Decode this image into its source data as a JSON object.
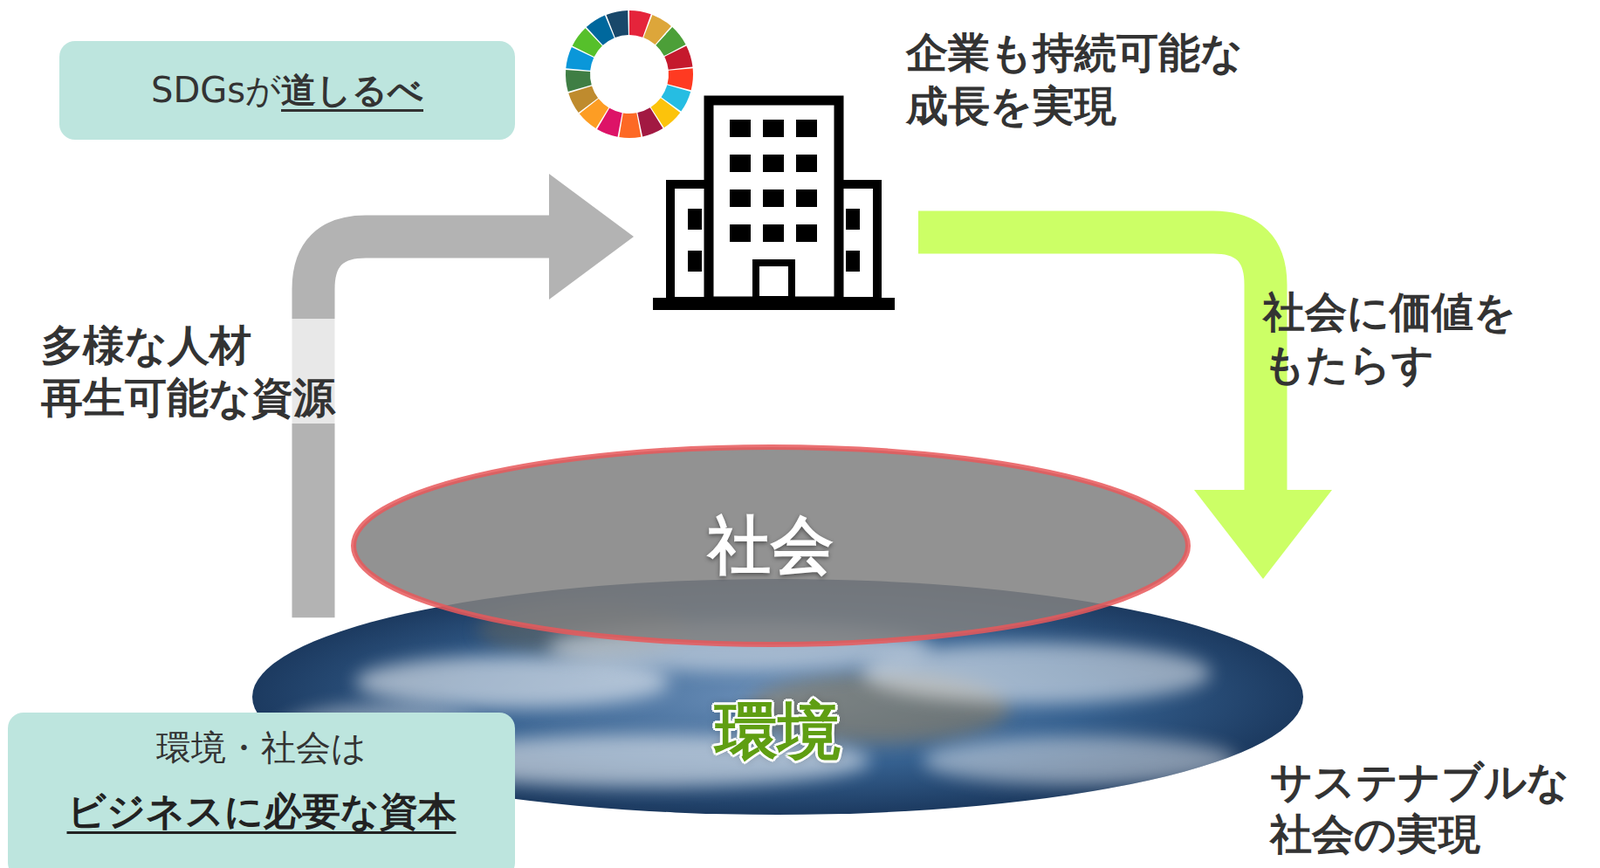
{
  "diagram": {
    "nodes": [
      {
        "text": [
          "SDGsが",
          "道しるべ"
        ]
      },
      {
        "text": [
          "企業も持続可能な 成長を実現"
        ]
      },
      {
        "text": [
          "社会"
        ]
      },
      {
        "text": [
          "環境"
        ]
      },
      {
        "text": [
          "環境・社会は",
          "ビジネスに必要な資本"
        ]
      }
    ],
    "edges": [
      {
        "from": 3,
        "to": 1,
        "arrow": "to",
        "label": "多様な人材 再生可能な資源"
      }
    ],
    "labels": [
      "社会に価値を もたらす",
      "サステナブルな 社会の実現"
    ]
  }
}
